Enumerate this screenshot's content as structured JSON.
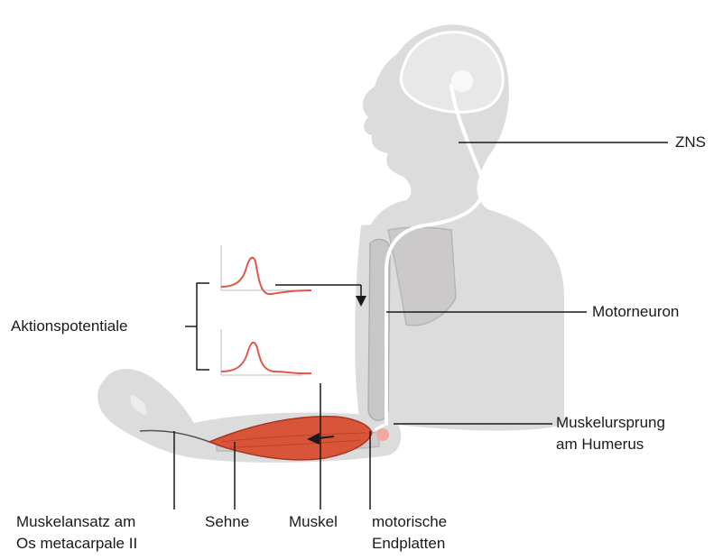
{
  "labels": {
    "zns": "ZNS",
    "motorneuron": "Motorneuron",
    "aktionspotentiale": "Aktionspotentiale",
    "muskelursprung_line1": "Muskelursprung",
    "muskelursprung_line2": "am Humerus",
    "muskelansatz_line1": "Muskelansatz am",
    "muskelansatz_line2": "Os metacarpale II",
    "sehne": "Sehne",
    "muskel": "Muskel",
    "endplatten_line1": "motorische",
    "endplatten_line2": "Endplatten"
  },
  "colors": {
    "body_silhouette": "#dcdcdc",
    "bone": "#c4c1c1",
    "muscle": "#d9553a",
    "muscle_dark": "#a83620",
    "signal_trace": "#e0584a",
    "nerve": "#ffffff",
    "endplate": "#f0a9a0",
    "leader_line": "#1a1a1a"
  }
}
